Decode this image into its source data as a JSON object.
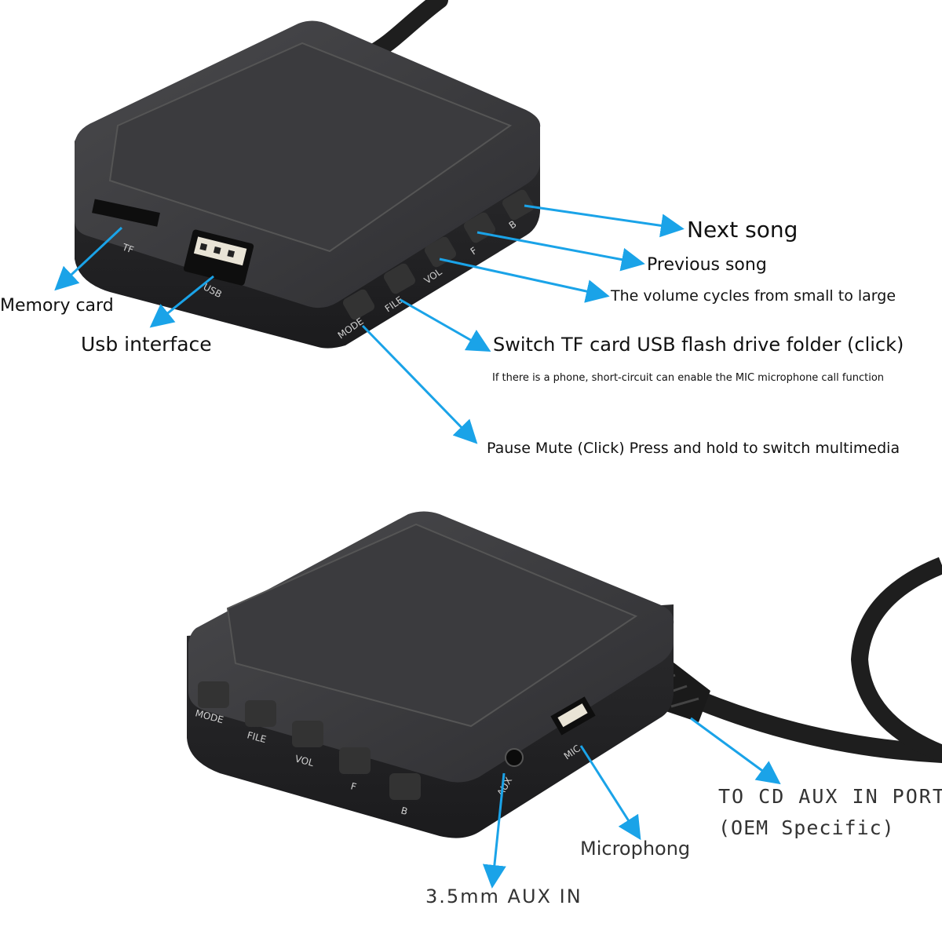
{
  "top_view": {
    "labels": {
      "next_song": "Next song",
      "previous_song": "Previous song",
      "volume": "The volume cycles from small to large",
      "file": "Switch TF card USB flash drive folder (click)",
      "phone_note": "If there is a phone, short-circuit can enable the MIC microphone call function",
      "mode": "Pause Mute (Click) Press and hold to switch multimedia",
      "memory_card": "Memory card",
      "usb": "Usb interface"
    },
    "buttons": [
      "MODE",
      "FILE",
      "VOL",
      "F",
      "B"
    ],
    "ports": {
      "tf": "TF",
      "usb": "USB"
    }
  },
  "bottom_view": {
    "labels": {
      "cd_aux_line1": "TO CD AUX IN PORT",
      "cd_aux_line2": "(OEM Specific)",
      "microphone": "Microphong",
      "aux_in": "3.5mm AUX IN"
    },
    "buttons": [
      "MODE",
      "FILE",
      "VOL",
      "F",
      "B"
    ],
    "ports": {
      "aux": "AUX",
      "mic": "MIC"
    }
  },
  "colors": {
    "arrow": "#1aa3e8",
    "device_body": "#2a2a2c",
    "device_top": "#3a3a3c"
  }
}
